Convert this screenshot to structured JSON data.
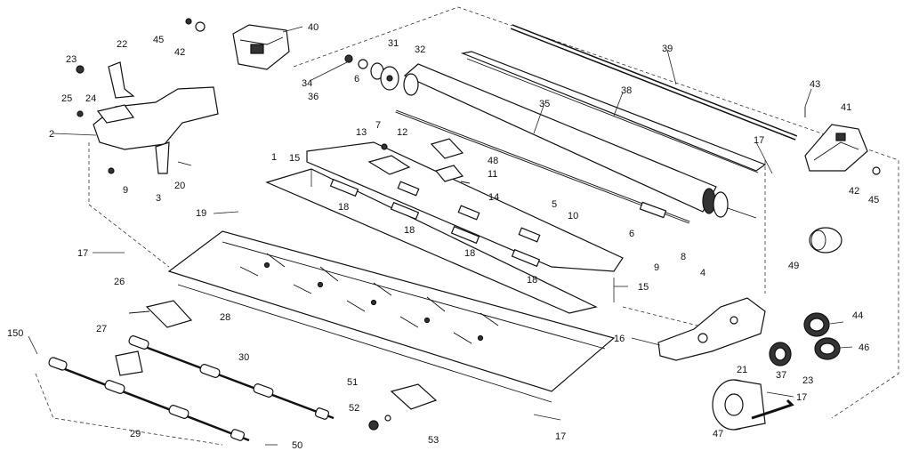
{
  "diagram": {
    "labels": [
      {
        "id": "p1",
        "text": "1"
      },
      {
        "id": "p2",
        "text": "2"
      },
      {
        "id": "p3",
        "text": "3"
      },
      {
        "id": "p4",
        "text": "4"
      },
      {
        "id": "p5",
        "text": "5"
      },
      {
        "id": "p6a",
        "text": "6"
      },
      {
        "id": "p6b",
        "text": "6"
      },
      {
        "id": "p7",
        "text": "7"
      },
      {
        "id": "p8",
        "text": "8"
      },
      {
        "id": "p9a",
        "text": "9"
      },
      {
        "id": "p9b",
        "text": "9"
      },
      {
        "id": "p10",
        "text": "10"
      },
      {
        "id": "p11",
        "text": "11"
      },
      {
        "id": "p12",
        "text": "12"
      },
      {
        "id": "p13",
        "text": "13"
      },
      {
        "id": "p14",
        "text": "14"
      },
      {
        "id": "p15a",
        "text": "15"
      },
      {
        "id": "p15b",
        "text": "15"
      },
      {
        "id": "p16",
        "text": "16"
      },
      {
        "id": "p17a",
        "text": "17"
      },
      {
        "id": "p17b",
        "text": "17"
      },
      {
        "id": "p17c",
        "text": "17"
      },
      {
        "id": "p17d",
        "text": "17"
      },
      {
        "id": "p18a",
        "text": "18"
      },
      {
        "id": "p18b",
        "text": "18"
      },
      {
        "id": "p18c",
        "text": "18"
      },
      {
        "id": "p18d",
        "text": "18"
      },
      {
        "id": "p19",
        "text": "19"
      },
      {
        "id": "p20",
        "text": "20"
      },
      {
        "id": "p21",
        "text": "21"
      },
      {
        "id": "p22",
        "text": "22"
      },
      {
        "id": "p23a",
        "text": "23"
      },
      {
        "id": "p23b",
        "text": "23"
      },
      {
        "id": "p24",
        "text": "24"
      },
      {
        "id": "p25",
        "text": "25"
      },
      {
        "id": "p26",
        "text": "26"
      },
      {
        "id": "p27",
        "text": "27"
      },
      {
        "id": "p28",
        "text": "28"
      },
      {
        "id": "p29",
        "text": "29"
      },
      {
        "id": "p30",
        "text": "30"
      },
      {
        "id": "p31",
        "text": "31"
      },
      {
        "id": "p32",
        "text": "32"
      },
      {
        "id": "p34",
        "text": "34"
      },
      {
        "id": "p35",
        "text": "35"
      },
      {
        "id": "p36",
        "text": "36"
      },
      {
        "id": "p37",
        "text": "37"
      },
      {
        "id": "p38",
        "text": "38"
      },
      {
        "id": "p39",
        "text": "39"
      },
      {
        "id": "p40",
        "text": "40"
      },
      {
        "id": "p41",
        "text": "41"
      },
      {
        "id": "p42a",
        "text": "42"
      },
      {
        "id": "p42b",
        "text": "42"
      },
      {
        "id": "p43",
        "text": "43"
      },
      {
        "id": "p44",
        "text": "44"
      },
      {
        "id": "p45a",
        "text": "45"
      },
      {
        "id": "p45b",
        "text": "45"
      },
      {
        "id": "p46",
        "text": "46"
      },
      {
        "id": "p47",
        "text": "47"
      },
      {
        "id": "p48",
        "text": "48"
      },
      {
        "id": "p49",
        "text": "49"
      },
      {
        "id": "p50",
        "text": "50"
      },
      {
        "id": "p51",
        "text": "51"
      },
      {
        "id": "p52",
        "text": "52"
      },
      {
        "id": "p53",
        "text": "53"
      },
      {
        "id": "p150",
        "text": "150"
      }
    ]
  }
}
